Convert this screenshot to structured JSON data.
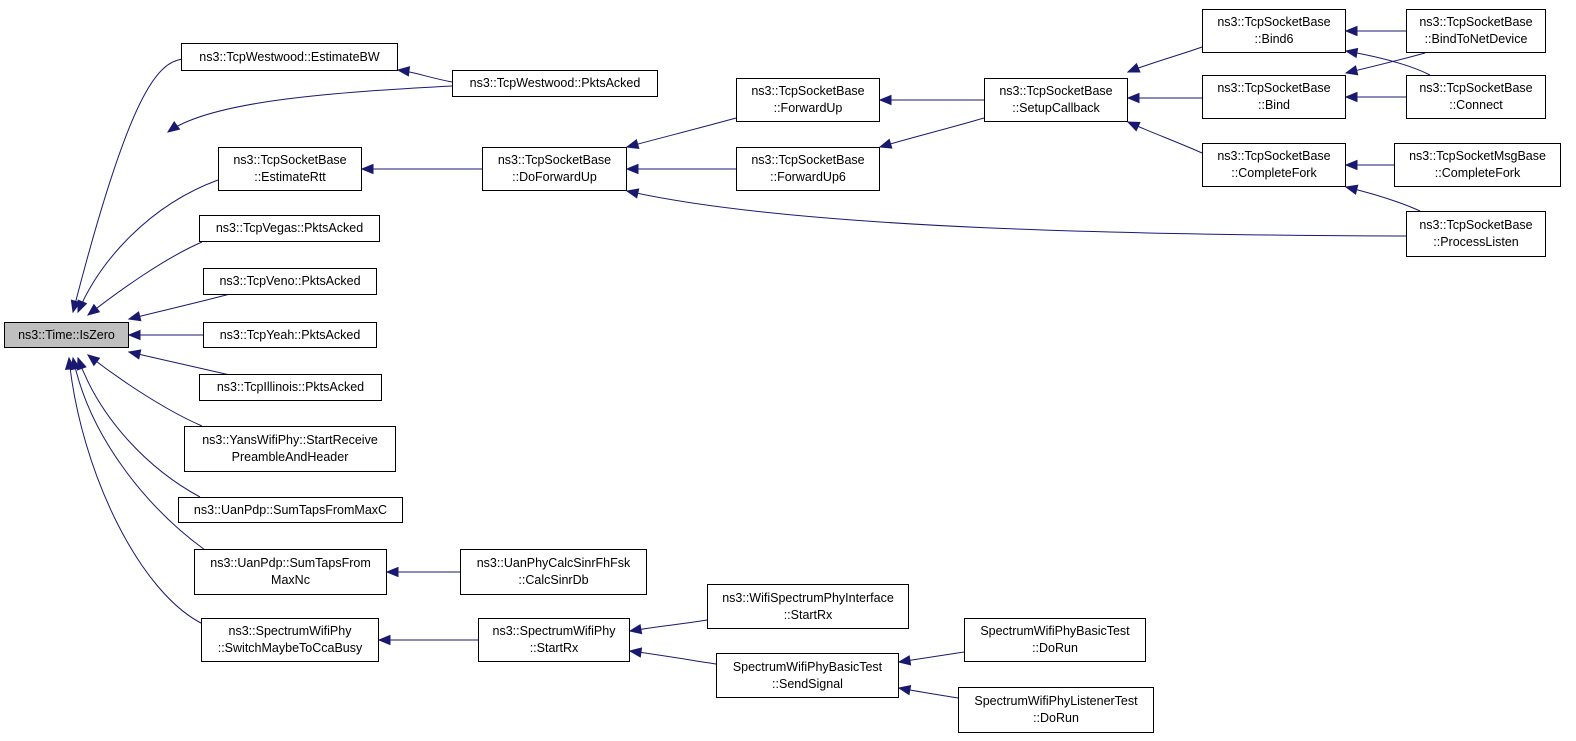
{
  "colors": {
    "edge": "#191970",
    "node_border": "#000000",
    "root_fill": "#bfbfbf"
  },
  "nodes": {
    "n0": {
      "lines": [
        "ns3::Time::IsZero"
      ]
    },
    "n1": {
      "lines": [
        "ns3::TcpWestwood::EstimateBW"
      ]
    },
    "n2": {
      "lines": [
        "ns3::TcpWestwood::PktsAcked"
      ]
    },
    "n3": {
      "lines": [
        "ns3::TcpSocketBase",
        "::EstimateRtt"
      ]
    },
    "n4": {
      "lines": [
        "ns3::TcpSocketBase",
        "::DoForwardUp"
      ]
    },
    "n5": {
      "lines": [
        "ns3::TcpSocketBase",
        "::ForwardUp"
      ]
    },
    "n6": {
      "lines": [
        "ns3::TcpSocketBase",
        "::ForwardUp6"
      ]
    },
    "n7": {
      "lines": [
        "ns3::TcpSocketBase",
        "::SetupCallback"
      ]
    },
    "n8": {
      "lines": [
        "ns3::TcpSocketBase",
        "::Bind6"
      ]
    },
    "n9": {
      "lines": [
        "ns3::TcpSocketBase",
        "::Bind"
      ]
    },
    "n10": {
      "lines": [
        "ns3::TcpSocketBase",
        "::CompleteFork"
      ]
    },
    "n11": {
      "lines": [
        "ns3::TcpSocketBase",
        "::BindToNetDevice"
      ]
    },
    "n12": {
      "lines": [
        "ns3::TcpSocketBase",
        "::Connect"
      ]
    },
    "n13": {
      "lines": [
        "ns3::TcpSocketMsgBase",
        "::CompleteFork"
      ]
    },
    "n14": {
      "lines": [
        "ns3::TcpSocketBase",
        "::ProcessListen"
      ]
    },
    "n15": {
      "lines": [
        "ns3::TcpVegas::PktsAcked"
      ]
    },
    "n16": {
      "lines": [
        "ns3::TcpVeno::PktsAcked"
      ]
    },
    "n17": {
      "lines": [
        "ns3::TcpYeah::PktsAcked"
      ]
    },
    "n18": {
      "lines": [
        "ns3::TcpIllinois::PktsAcked"
      ]
    },
    "n19": {
      "lines": [
        "ns3::YansWifiPhy::StartReceive",
        "PreambleAndHeader"
      ]
    },
    "n20": {
      "lines": [
        "ns3::UanPdp::SumTapsFromMaxC"
      ]
    },
    "n21": {
      "lines": [
        "ns3::UanPdp::SumTapsFrom",
        "MaxNc"
      ]
    },
    "n22": {
      "lines": [
        "ns3::UanPhyCalcSinrFhFsk",
        "::CalcSinrDb"
      ]
    },
    "n23": {
      "lines": [
        "ns3::SpectrumWifiPhy",
        "::SwitchMaybeToCcaBusy"
      ]
    },
    "n24": {
      "lines": [
        "ns3::SpectrumWifiPhy",
        "::StartRx"
      ]
    },
    "n25": {
      "lines": [
        "ns3::WifiSpectrumPhyInterface",
        "::StartRx"
      ]
    },
    "n26": {
      "lines": [
        "SpectrumWifiPhyBasicTest",
        "::SendSignal"
      ]
    },
    "n27": {
      "lines": [
        "SpectrumWifiPhyBasicTest",
        "::DoRun"
      ]
    },
    "n28": {
      "lines": [
        "SpectrumWifiPhyListenerTest",
        "::DoRun"
      ]
    }
  },
  "edges": [
    {
      "from": "n1",
      "to": "n0"
    },
    {
      "from": "n2",
      "to": "n0"
    },
    {
      "from": "n3",
      "to": "n0"
    },
    {
      "from": "n15",
      "to": "n0"
    },
    {
      "from": "n16",
      "to": "n0"
    },
    {
      "from": "n17",
      "to": "n0"
    },
    {
      "from": "n18",
      "to": "n0"
    },
    {
      "from": "n19",
      "to": "n0"
    },
    {
      "from": "n20",
      "to": "n0"
    },
    {
      "from": "n21",
      "to": "n0"
    },
    {
      "from": "n23",
      "to": "n0"
    },
    {
      "from": "n2",
      "to": "n1"
    },
    {
      "from": "n4",
      "to": "n3"
    },
    {
      "from": "n5",
      "to": "n4"
    },
    {
      "from": "n6",
      "to": "n4"
    },
    {
      "from": "n14",
      "to": "n4"
    },
    {
      "from": "n7",
      "to": "n5"
    },
    {
      "from": "n7",
      "to": "n6"
    },
    {
      "from": "n8",
      "to": "n7"
    },
    {
      "from": "n9",
      "to": "n7"
    },
    {
      "from": "n10",
      "to": "n7"
    },
    {
      "from": "n11",
      "to": "n8"
    },
    {
      "from": "n12",
      "to": "n8"
    },
    {
      "from": "n11",
      "to": "n9"
    },
    {
      "from": "n12",
      "to": "n9"
    },
    {
      "from": "n13",
      "to": "n10"
    },
    {
      "from": "n14",
      "to": "n10"
    },
    {
      "from": "n22",
      "to": "n21"
    },
    {
      "from": "n24",
      "to": "n23"
    },
    {
      "from": "n25",
      "to": "n24"
    },
    {
      "from": "n26",
      "to": "n24"
    },
    {
      "from": "n27",
      "to": "n26"
    },
    {
      "from": "n28",
      "to": "n26"
    }
  ]
}
